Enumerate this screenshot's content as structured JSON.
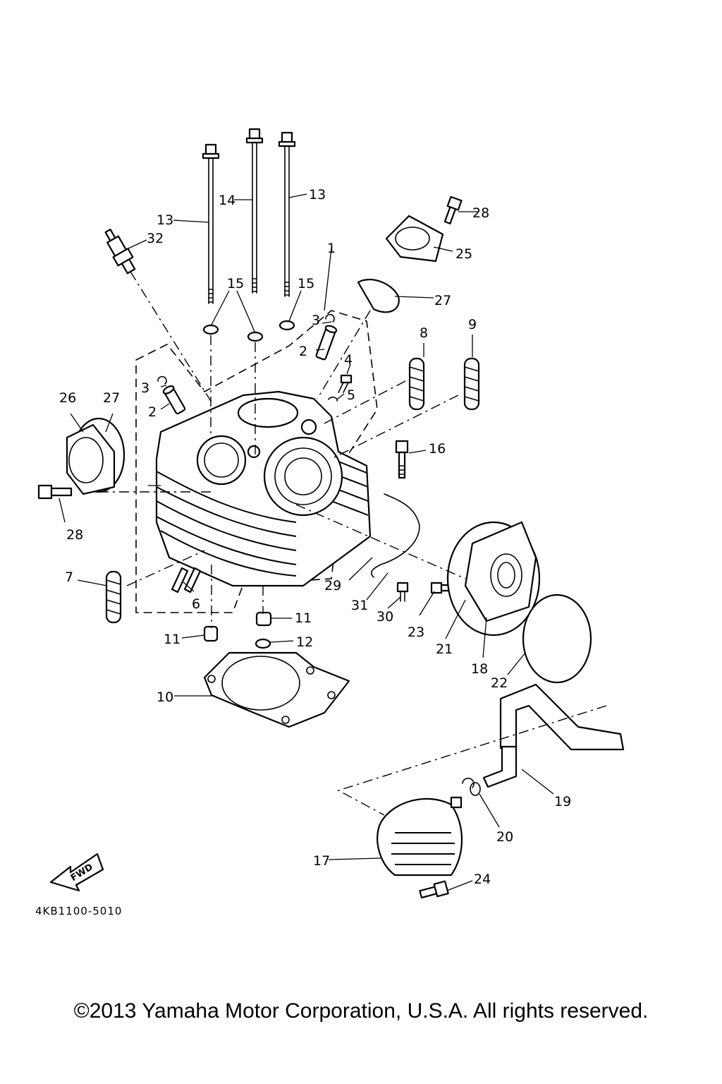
{
  "diagram": {
    "reference_code": "4KB1100-5010",
    "fwd_label": "FWD",
    "callouts": {
      "c1": "1",
      "c2a": "2",
      "c2b": "2",
      "c3a": "3",
      "c3b": "3",
      "c4": "4",
      "c5": "5",
      "c6": "6",
      "c7": "7",
      "c8": "8",
      "c9": "9",
      "c10": "10",
      "c11a": "11",
      "c11b": "11",
      "c12": "12",
      "c13a": "13",
      "c13b": "13",
      "c14": "14",
      "c15a": "15",
      "c15b": "15",
      "c16": "16",
      "c17": "17",
      "c18": "18",
      "c19": "19",
      "c20": "20",
      "c21": "21",
      "c22": "22",
      "c23": "23",
      "c24": "24",
      "c25": "25",
      "c26": "26",
      "c27a": "27",
      "c27b": "27",
      "c28a": "28",
      "c28b": "28",
      "c29": "29",
      "c30": "30",
      "c31": "31",
      "c32": "32"
    }
  },
  "copyright": "©2013 Yamaha Motor Corporation, U.S.A. All rights reserved."
}
